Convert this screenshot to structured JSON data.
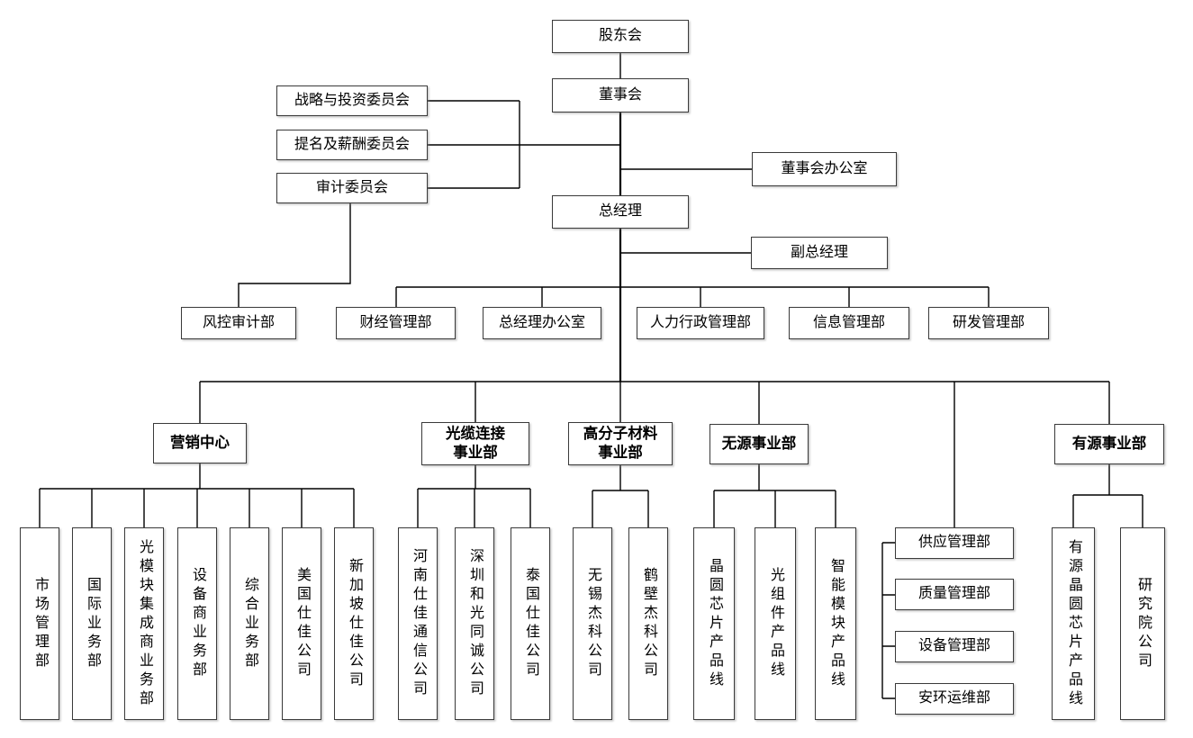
{
  "colors": {
    "background": "#ffffff",
    "line": "#000000",
    "box_border": "#3a3a3a",
    "text": "#000000"
  },
  "chart_type": "organizational-chart",
  "nodes": {
    "shareholders": "股东会",
    "board": "董事会",
    "strategy_committee": "战略与投资委员会",
    "nomination_committee": "提名及薪酬委员会",
    "audit_committee": "审计委员会",
    "board_office": "董事会办公室",
    "general_manager": "总经理",
    "deputy_general_manager": "副总经理",
    "risk_audit_dept": "风控审计部",
    "finance_dept": "财经管理部",
    "gm_office": "总经理办公室",
    "hr_admin_dept": "人力行政管理部",
    "info_dept": "信息管理部",
    "rd_dept": "研发管理部",
    "marketing_center": "营销中心",
    "cable_bu": "光缆连接\n事业部",
    "polymer_bu": "高分子材料\n事业部",
    "passive_bu": "无源事业部",
    "active_bu": "有源事业部",
    "market_mgmt_dept": "市场管理部",
    "intl_biz_dept": "国际业务部",
    "optical_module_integrator_dept": "光模块集成商业务部",
    "equipment_vendor_dept": "设备商业务部",
    "general_biz_dept": "综合业务部",
    "us_shijia": "美国仕佳公司",
    "singapore_shijia": "新加坡仕佳公司",
    "henan_shijia_comm": "河南仕佳通信公司",
    "shenzhen_heguang": "深圳和光同诚公司",
    "thailand_shijia": "泰国仕佳公司",
    "wuxi_jieke": "无锡杰科公司",
    "hebi_jieke": "鹤壁杰科公司",
    "wafer_chip_line": "晶圆芯片产品线",
    "optical_component_line": "光组件产品线",
    "smart_module_line": "智能模块产品线",
    "supply_dept": "供应管理部",
    "quality_dept": "质量管理部",
    "equipment_dept": "设备管理部",
    "ehs_ops_dept": "安环运维部",
    "active_wafer_line": "有源晶圆芯片产品线",
    "research_institute": "研究院公司"
  }
}
